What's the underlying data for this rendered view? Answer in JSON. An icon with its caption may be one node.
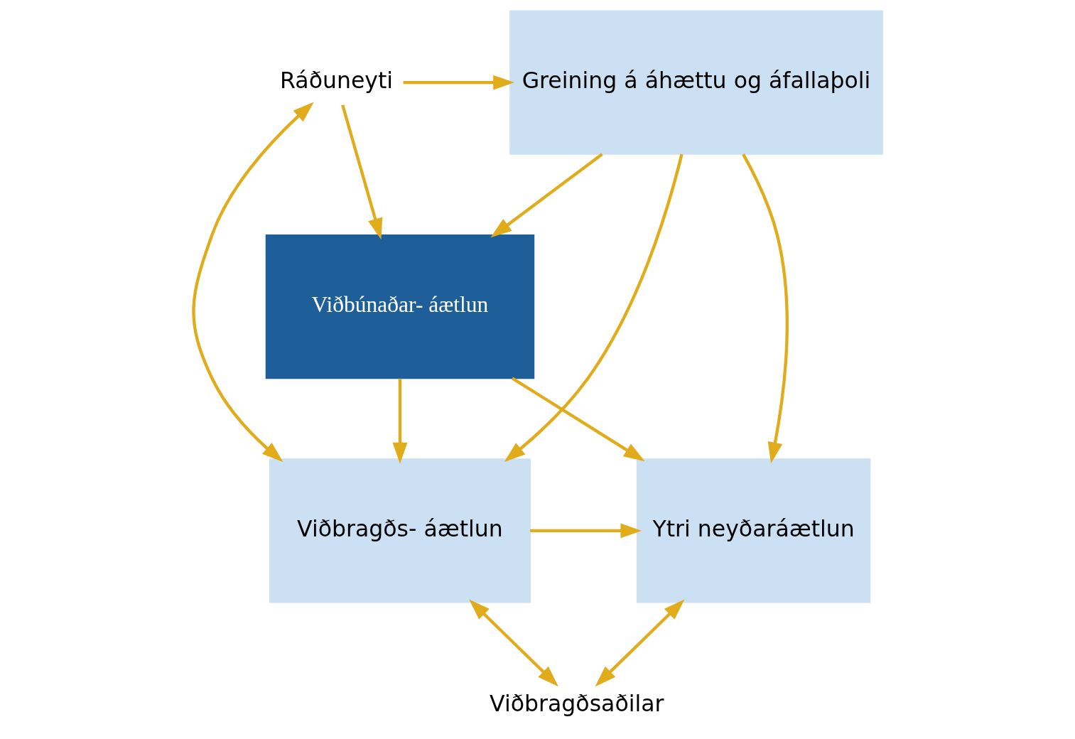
{
  "diagram": {
    "nodes": [
      {
        "text": [
          "Greining á áhættu og áfallaþoli"
        ]
      },
      {
        "text": [
          "Ráðuneyti"
        ]
      },
      {
        "text": [
          "Viðbúnaðar- áætlun"
        ]
      },
      {
        "text": [
          "Viðbragðs- áætlun"
        ]
      },
      {
        "text": [
          "Ytri neyðaráætlun"
        ]
      },
      {
        "text": [
          "Viðbragðsaðilar"
        ]
      }
    ],
    "edges": [
      {
        "from": 0,
        "to": 3,
        "arrow": "to"
      },
      {
        "from": 3,
        "to": 1,
        "arrow": "both"
      },
      {
        "from": 1,
        "to": 0,
        "arrow": "to"
      },
      {
        "from": 1,
        "to": 2,
        "arrow": "to"
      },
      {
        "from": 0,
        "to": 2,
        "arrow": "to"
      },
      {
        "from": 0,
        "to": 4,
        "arrow": "to"
      },
      {
        "from": 2,
        "to": 3,
        "arrow": "to"
      },
      {
        "from": 2,
        "to": 4,
        "arrow": "to"
      },
      {
        "from": 3,
        "to": 4,
        "arrow": "to"
      },
      {
        "from": 3,
        "to": 5,
        "arrow": "both"
      },
      {
        "from": 5,
        "to": 4,
        "arrow": "both"
      }
    ]
  }
}
